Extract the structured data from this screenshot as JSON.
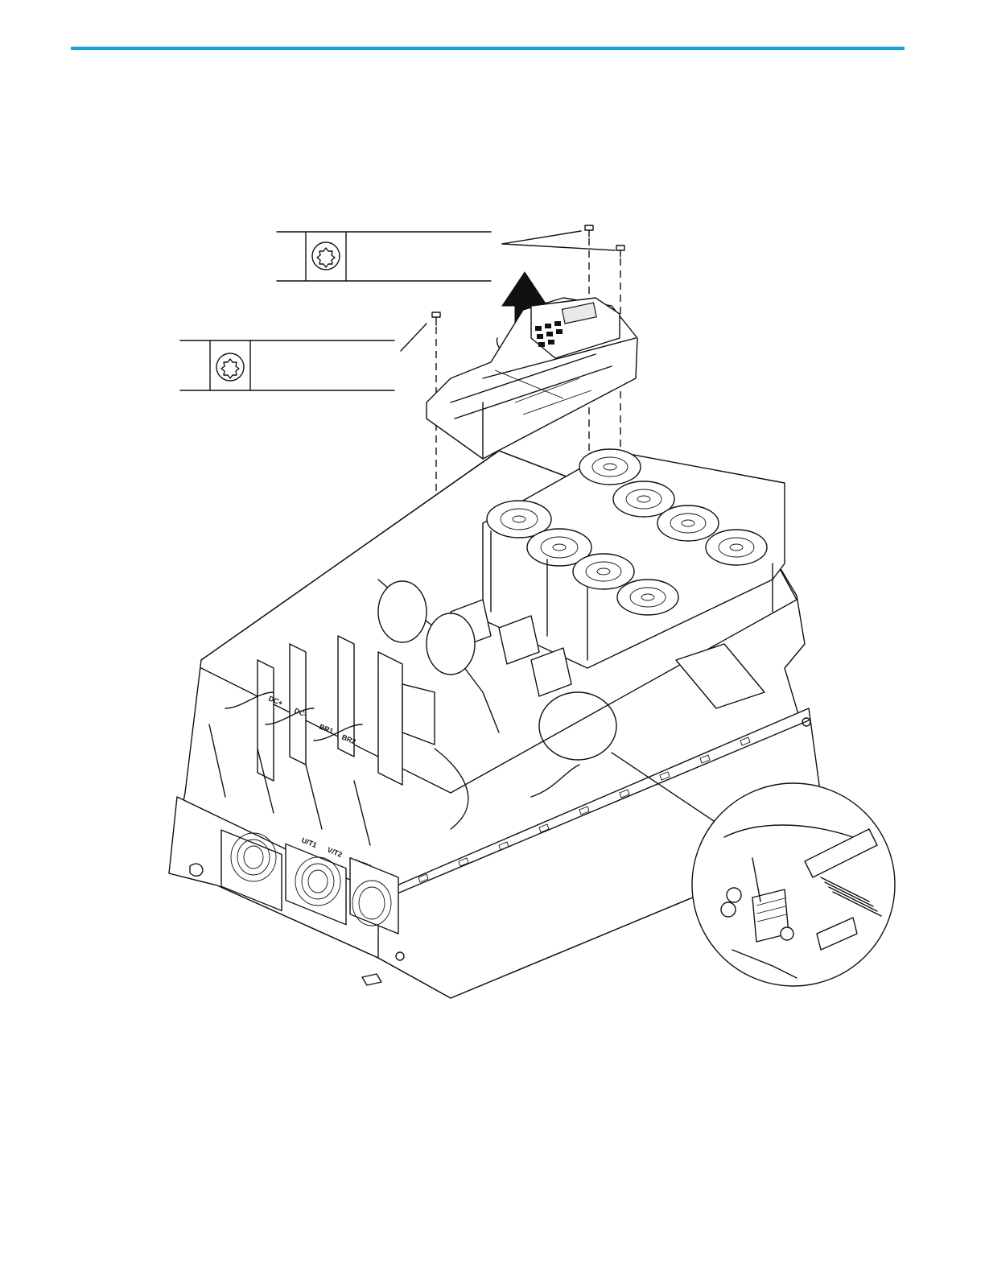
{
  "header": {
    "rule_color": "#1ba0dc"
  },
  "callouts": {
    "upper_tool_icon": "torx-screw-head-icon",
    "lower_tool_icon": "torx-screw-head-icon"
  },
  "labels": {
    "dc_plus": "DC+",
    "dc_minus": "DC-",
    "br1": "BR1",
    "br2": "BR2",
    "u_t1": "U/T1",
    "v_t2": "V/T2",
    "w_t3": "W/T3"
  },
  "arrow": {
    "direction": "up",
    "meaning": "lift control pod"
  }
}
